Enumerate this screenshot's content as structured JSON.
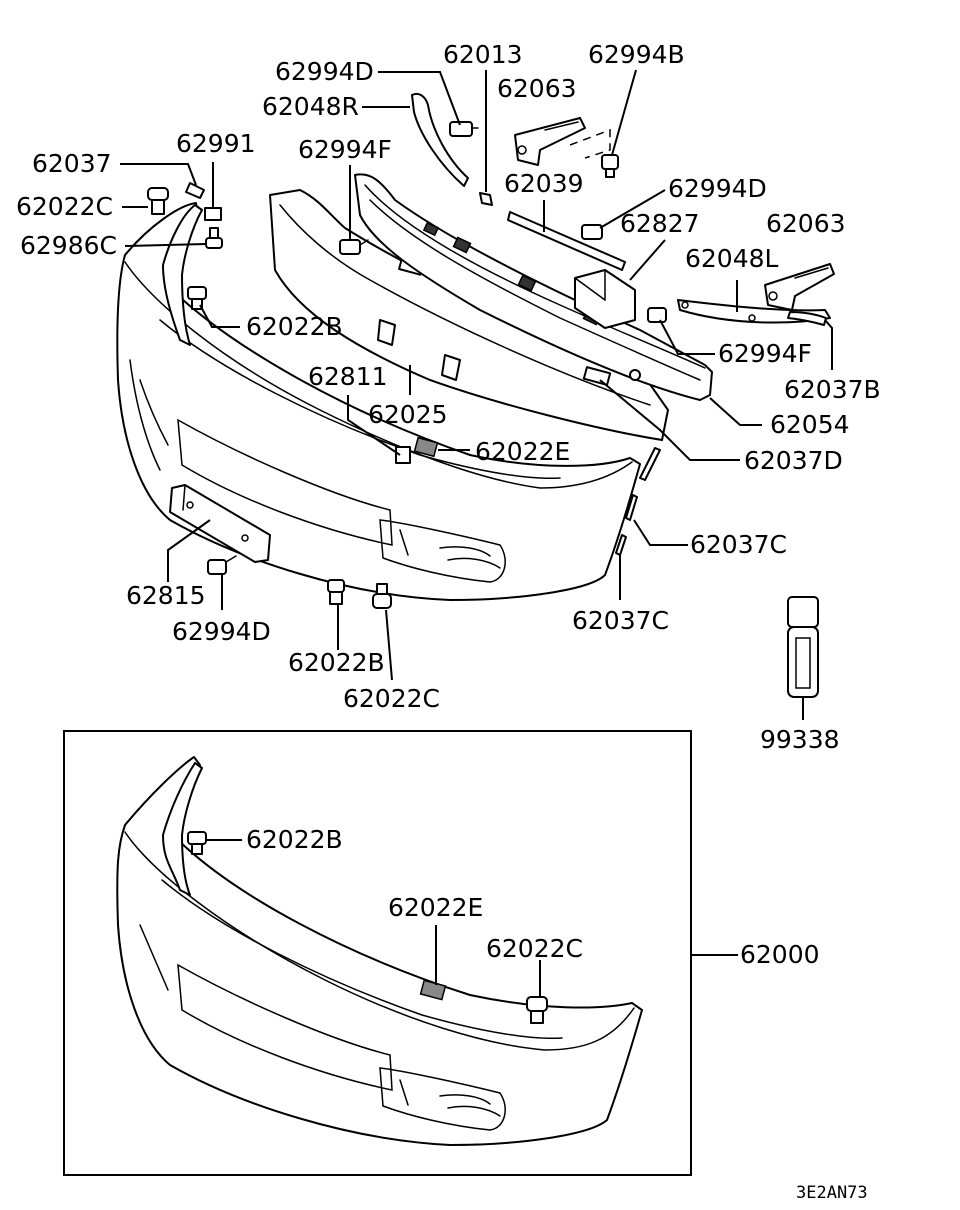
{
  "labels": {
    "p62994D_a": "62994D",
    "p62013": "62013",
    "p62994B": "62994B",
    "p62048R": "62048R",
    "p62063_a": "62063",
    "p62037": "62037",
    "p62991": "62991",
    "p62994F_a": "62994F",
    "p62022C_a": "62022C",
    "p62039": "62039",
    "p62994D_b": "62994D",
    "p62986C": "62986C",
    "p62827": "62827",
    "p62063_b": "62063",
    "p62048L": "62048L",
    "p62022B_a": "62022B",
    "p62994F_b": "62994F",
    "p62037B": "62037B",
    "p62811": "62811",
    "p62025": "62025",
    "p62054": "62054",
    "p62022E_a": "62022E",
    "p62037D": "62037D",
    "p62037C_a": "62037C",
    "p62815": "62815",
    "p62037C_b": "62037C",
    "p62994D_c": "62994D",
    "p62022B_b": "62022B",
    "p62022C_b": "62022C",
    "p99338": "99338",
    "p62022B_c": "62022B",
    "p62022E_b": "62022E",
    "p62022C_c": "62022C",
    "p62000": "62000",
    "diagram_code": "3E2AN73"
  }
}
